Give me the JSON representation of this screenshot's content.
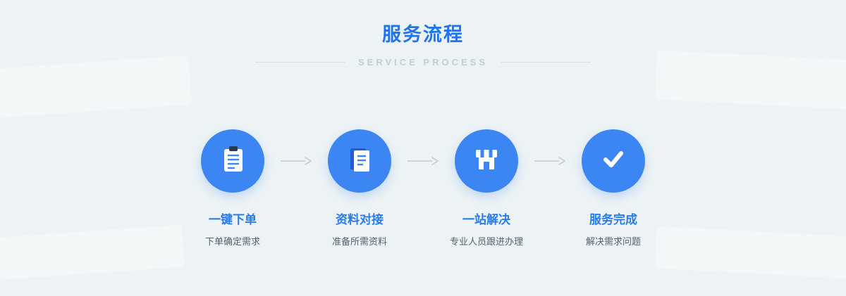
{
  "header": {
    "title": "服务流程",
    "subtitle": "SERVICE PROCESS"
  },
  "steps": [
    {
      "icon": "clipboard-icon",
      "title": "一键下单",
      "desc": "下单确定需求"
    },
    {
      "icon": "documents-icon",
      "title": "资料对接",
      "desc": "准备所需资料"
    },
    {
      "icon": "storefront-icon",
      "title": "一站解决",
      "desc": "专业人员跟进办理"
    },
    {
      "icon": "checkmark-icon",
      "title": "服务完成",
      "desc": "解决需求问题"
    }
  ],
  "colors": {
    "accent_blue": "#2b7ce9",
    "circle_blue": "#3b86f2",
    "background": "#edf3f5",
    "subtitle_gray": "#c3cdd5",
    "arrow_gray": "#c2cad1"
  }
}
